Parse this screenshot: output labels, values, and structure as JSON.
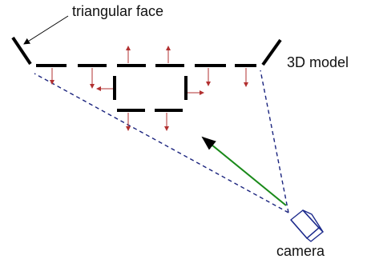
{
  "labels": {
    "triangular_face": "triangular face",
    "model": "3D model",
    "camera": "camera"
  },
  "colors": {
    "face": "#000000",
    "normal": "#b23030",
    "sight_line": "#1a237e",
    "view_vector": "#1a8a1a",
    "camera_box": "#1c2a8c",
    "pointer": "#000000"
  }
}
